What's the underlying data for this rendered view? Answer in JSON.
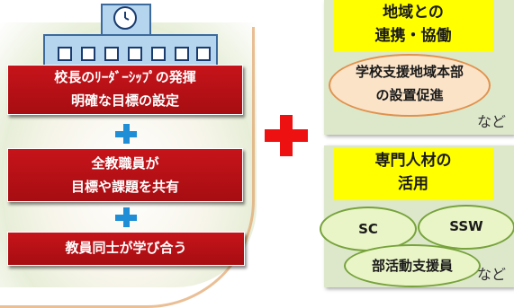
{
  "left": {
    "leadership_line1": "校長のﾘｰﾀﾞｰｼｯﾌﾟの発揮",
    "leadership_line2": "明確な目標の設定",
    "staff_line1": "全教職員が",
    "staff_line2": "目標や課題を共有",
    "teachers_learn": "教員同士が学び合う"
  },
  "right_top": {
    "title_line1": "地域との",
    "title_line2": "連携・協働",
    "ellipse_line1": "学校支援地域本部",
    "ellipse_line2": "の設置促進",
    "etc": "など"
  },
  "right_bottom": {
    "title_line1": "専門人材の",
    "title_line2": "活用",
    "sc": "SC",
    "ssw": "SSW",
    "club": "部活動支援員",
    "etc": "など"
  },
  "colors": {
    "red_box": "#b4101a",
    "blue_plus": "#1f8ed6",
    "red_plus": "#ee1111",
    "yellow_label": "#ffff00",
    "green_panel": "#dde8cb"
  }
}
